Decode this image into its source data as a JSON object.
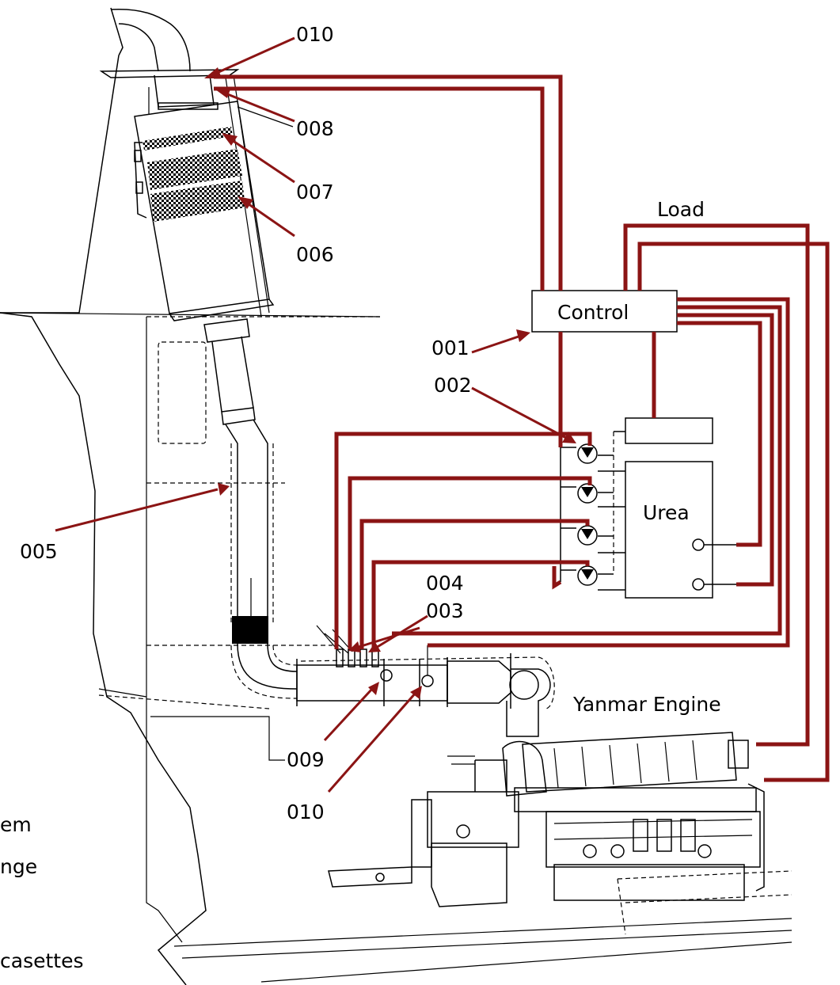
{
  "colors": {
    "wire": "#8b1414",
    "line": "#000000",
    "background": "#ffffff"
  },
  "boxes": {
    "control": "Control",
    "urea": "Urea"
  },
  "labels": {
    "load": "Load",
    "engine": "Yanmar Engine",
    "c001": "001",
    "c002": "002",
    "c003": "003",
    "c004": "004",
    "c005": "005",
    "c006": "006",
    "c007": "007",
    "c008": "008",
    "c009": "009",
    "c010_top": "010",
    "c010_bottom": "010"
  },
  "cutoff_text": {
    "line1": "em",
    "line2": "nge",
    "line3": "casettes"
  }
}
